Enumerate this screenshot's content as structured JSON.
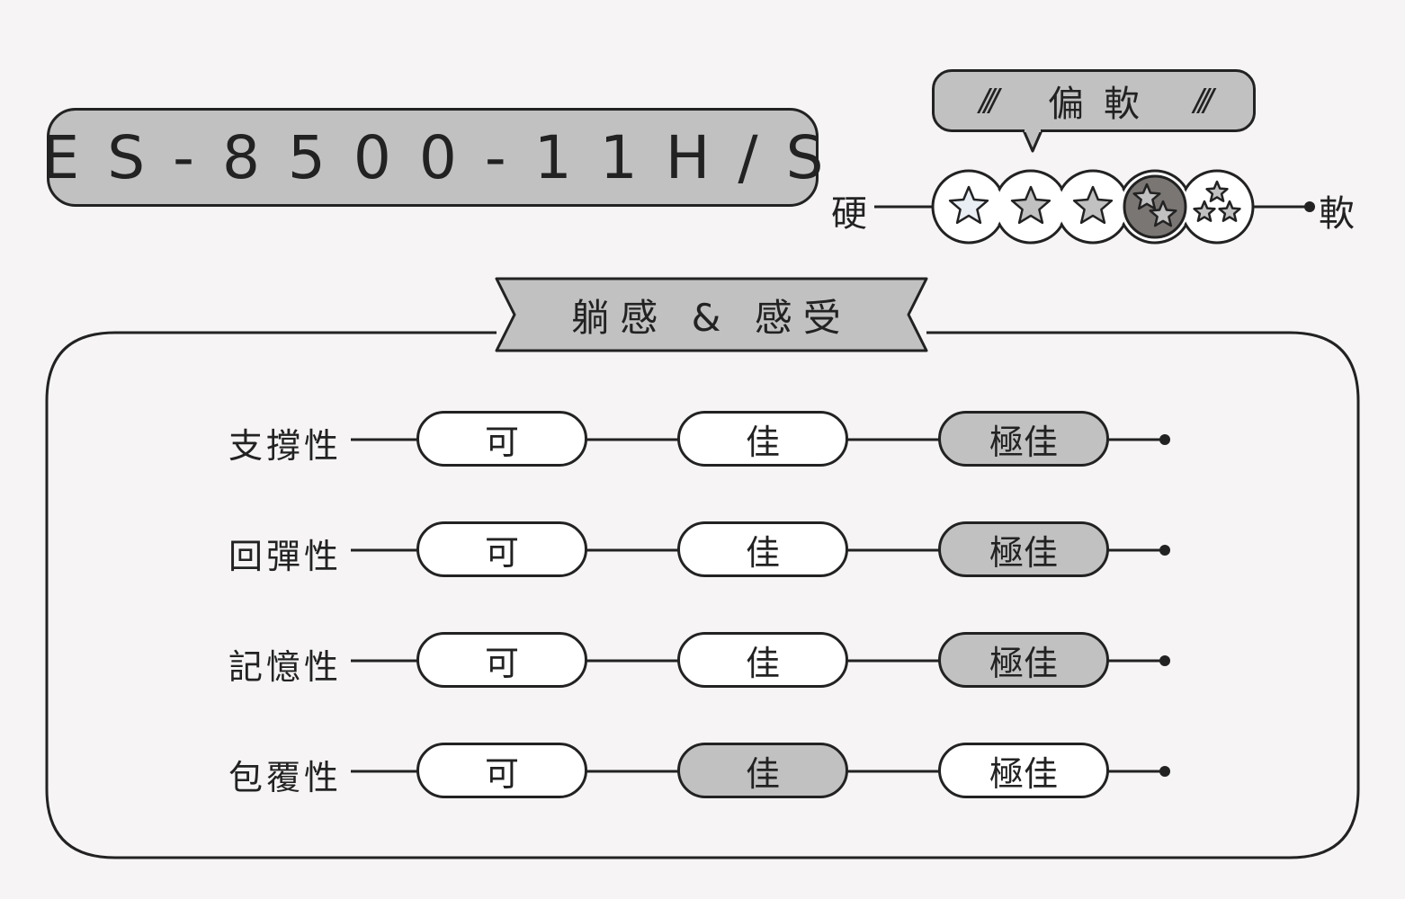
{
  "model": {
    "name": "ES-8500-11H/S"
  },
  "firmness": {
    "badge": "偏軟",
    "badge_marks": "///",
    "left_label": "硬",
    "right_label": "軟",
    "levels": 5,
    "selected_level": 4
  },
  "section": {
    "title": "躺感 & 感受"
  },
  "ratings": {
    "levels": [
      "可",
      "佳",
      "極佳"
    ],
    "rows": [
      {
        "label": "支撐性",
        "selected": 3
      },
      {
        "label": "回彈性",
        "selected": 3
      },
      {
        "label": "記憶性",
        "selected": 3
      },
      {
        "label": "包覆性",
        "selected": 2
      }
    ]
  },
  "colors": {
    "background": "#f6f4f4",
    "highlight": "#c1c1c1",
    "selected_circle": "#7a7673",
    "stroke": "#222222"
  }
}
